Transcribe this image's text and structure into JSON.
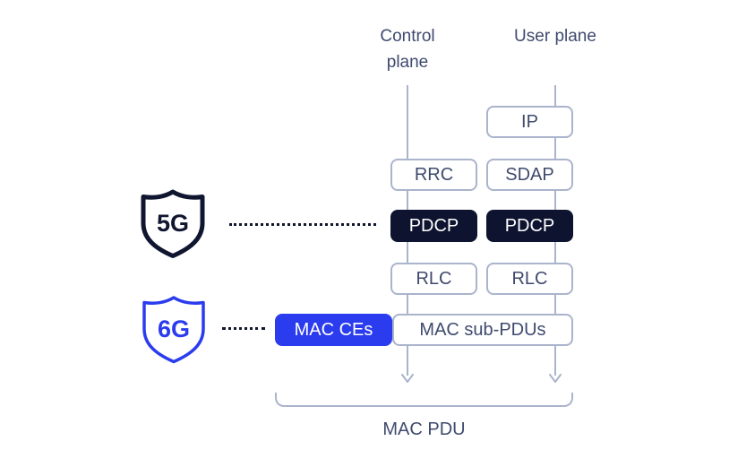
{
  "diagram": {
    "headers": {
      "control": "Control plane",
      "user": "User plane"
    },
    "shields": [
      {
        "label": "5G",
        "color": "#10162f"
      },
      {
        "label": "6G",
        "color": "#2b3cee"
      }
    ],
    "stack": {
      "ip": "IP",
      "rrc": "RRC",
      "sdap": "SDAP",
      "pdcp_control": "PDCP",
      "pdcp_user": "PDCP",
      "rlc_control": "RLC",
      "rlc_user": "RLC",
      "mac_ces": "MAC CEs",
      "mac_sub_pdus": "MAC sub-PDUs"
    },
    "bottom_label": "MAC PDU",
    "colors": {
      "dark_navy": "#0e1430",
      "accent_blue": "#2b3cee",
      "line_gray": "#aab4cc",
      "text_slate": "#3f4a6e"
    }
  }
}
